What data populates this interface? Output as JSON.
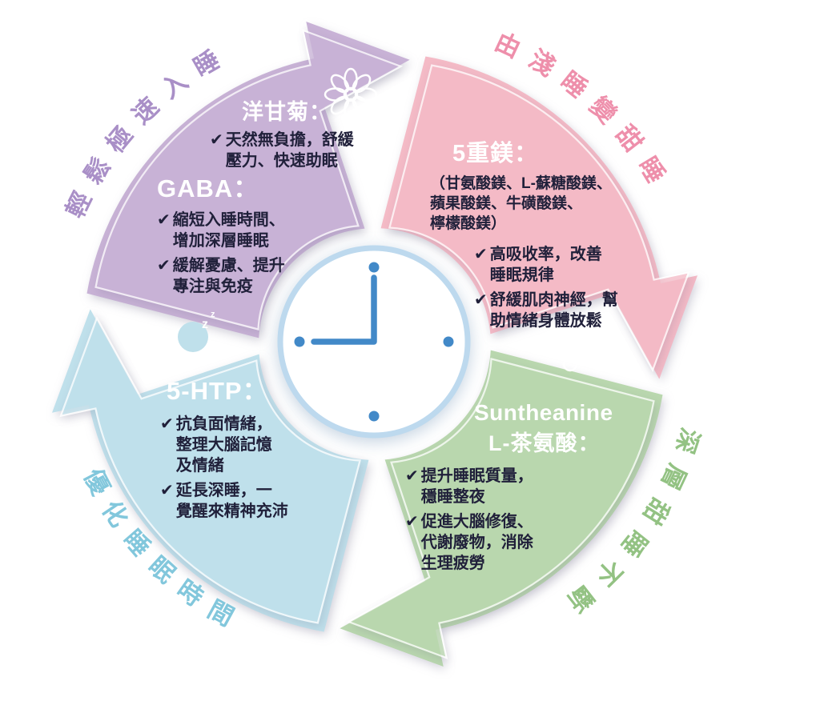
{
  "colors": {
    "purple": "#c8b2d6",
    "pink": "#f4bac6",
    "green": "#b9d7ae",
    "blue": "#bfe0eb",
    "purple_label": "#a98fc7",
    "pink_label": "#ee8fab",
    "green_label": "#93c283",
    "blue_label": "#82c7dc",
    "clock_blue": "#4289c8",
    "clock_ring": "#bdd9ee",
    "text_dark": "#20203a",
    "title_white": "#ffffff"
  },
  "ui": {
    "check": "✔"
  },
  "icons": {
    "z_large": "z",
    "z_small": "z"
  },
  "sections": {
    "purple": {
      "curved_label": "輕鬆極速入睡",
      "chamomile_title": "洋甘菊：",
      "chamomile_item": "天然無負擔，舒緩\n壓力、快速助眠",
      "gaba_title": "GABA：",
      "gaba_items": [
        "縮短入睡時間、\n增加深層睡眠",
        "緩解憂慮、提升\n專注與免疫"
      ]
    },
    "pink": {
      "curved_label": "由淺睡變甜睡",
      "title": "5重鎂：",
      "subtitle": "（甘氨酸鎂、L-蘇糖酸鎂、\n蘋果酸鎂、牛磺酸鎂、\n檸檬酸鎂）",
      "items": [
        "高吸收率，改善\n睡眠規律",
        "舒緩肌肉神經，幫\n助情緒身體放鬆"
      ]
    },
    "green": {
      "curved_label": "深層甜睡不斷",
      "title_en": "Suntheanine",
      "title_zh": "L-茶氨酸：",
      "items": [
        "提升睡眠質量，\n穩睡整夜",
        "促進大腦修復、\n代謝廢物，消除\n生理疲勞"
      ]
    },
    "blue": {
      "curved_label": "優化睡眠時間",
      "title": "5-HTP：",
      "items": [
        "抗負面情緒，\n整理大腦記憶\n及情緒",
        "延長深睡，一\n覺醒來精神充沛"
      ]
    }
  }
}
